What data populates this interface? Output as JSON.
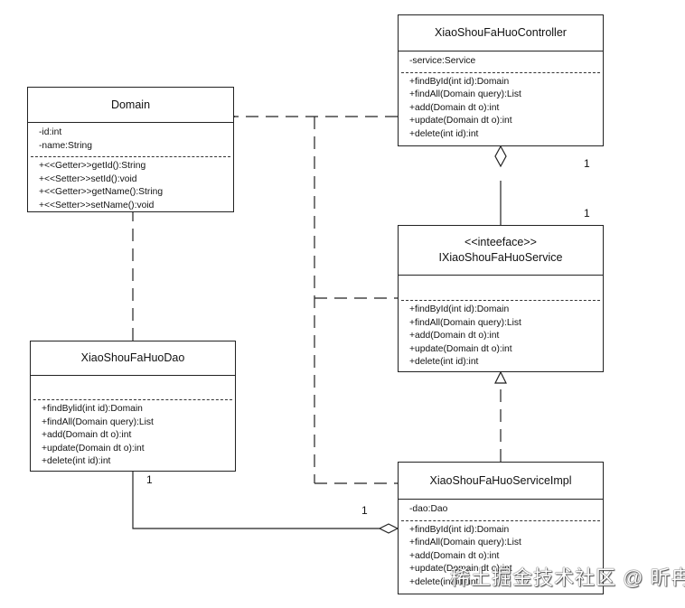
{
  "classes": {
    "domain": {
      "name": "Domain",
      "attributes": [
        "-id:int",
        "-name:String"
      ],
      "methods": [
        "+<<Getter>>getId():String",
        "+<<Setter>>setId():void",
        "+<<Getter>>getName():String",
        "+<<Setter>>setName():void"
      ]
    },
    "controller": {
      "name": "XiaoShouFaHuoController",
      "attributes": [
        "-service:Service"
      ],
      "methods": [
        "+findById(int id):Domain",
        "+findAll(Domain query):List",
        "+add(Domain dt o):int",
        "+update(Domain dt o):int",
        "+delete(int id):int"
      ]
    },
    "service": {
      "stereotype": "<<inteeface>>",
      "name": "IXiaoShouFaHuoService",
      "attributes": [],
      "methods": [
        "+findById(int id):Domain",
        "+findAll(Domain query):List",
        "+add(Domain dt o):int",
        "+update(Domain dt o):int",
        "+delete(int id):int"
      ]
    },
    "dao": {
      "name": "XiaoShouFaHuoDao",
      "attributes": [],
      "methods": [
        "+findBylid(int id):Domain",
        "+findAll(Domain query):List",
        "+add(Domain dt o):int",
        "+update(Domain dt o):int",
        "+delete(int id):int"
      ]
    },
    "impl": {
      "name": "XiaoShouFaHuoServiceImpl",
      "attributes": [
        "-dao:Dao"
      ],
      "methods": [
        "+findById(int id):Domain",
        "+findAll(Domain query):List",
        "+add(Domain dt o):int",
        "+update(Domain dt o):int",
        "+delete(int id):int"
      ]
    }
  },
  "multiplicities": {
    "controller_side": "1",
    "service_side": "1",
    "dao_side": "1",
    "impl_side": "1"
  },
  "watermark": "稀土掘金技术社区 @ 昕冉"
}
